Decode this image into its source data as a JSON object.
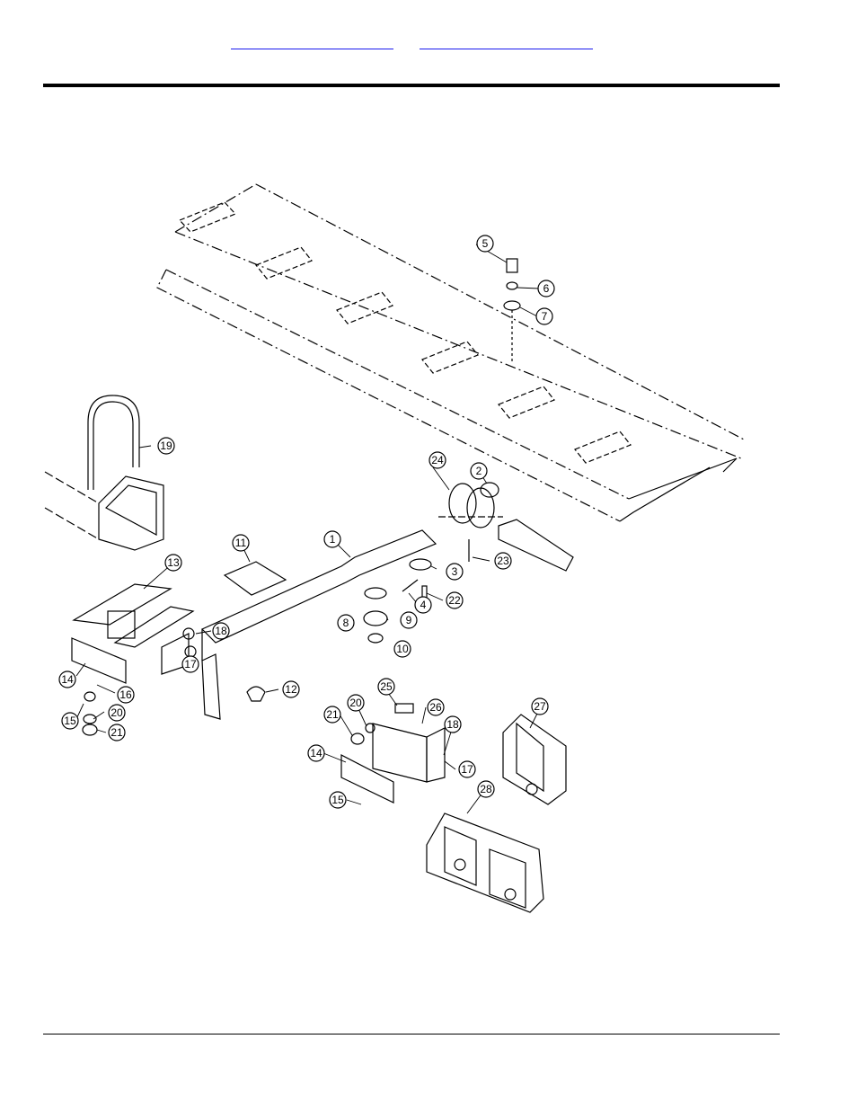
{
  "header": {
    "links": [
      {
        "label": ""
      },
      {
        "label": ""
      }
    ]
  },
  "figure": {
    "callouts": [
      "1",
      "2",
      "3",
      "4",
      "5",
      "6",
      "7",
      "8",
      "9",
      "10",
      "11",
      "12",
      "13",
      "14",
      "14",
      "15",
      "15",
      "16",
      "17",
      "17",
      "18",
      "18",
      "19",
      "20",
      "20",
      "21",
      "21",
      "22",
      "23",
      "24",
      "25",
      "26",
      "27",
      "28"
    ]
  }
}
